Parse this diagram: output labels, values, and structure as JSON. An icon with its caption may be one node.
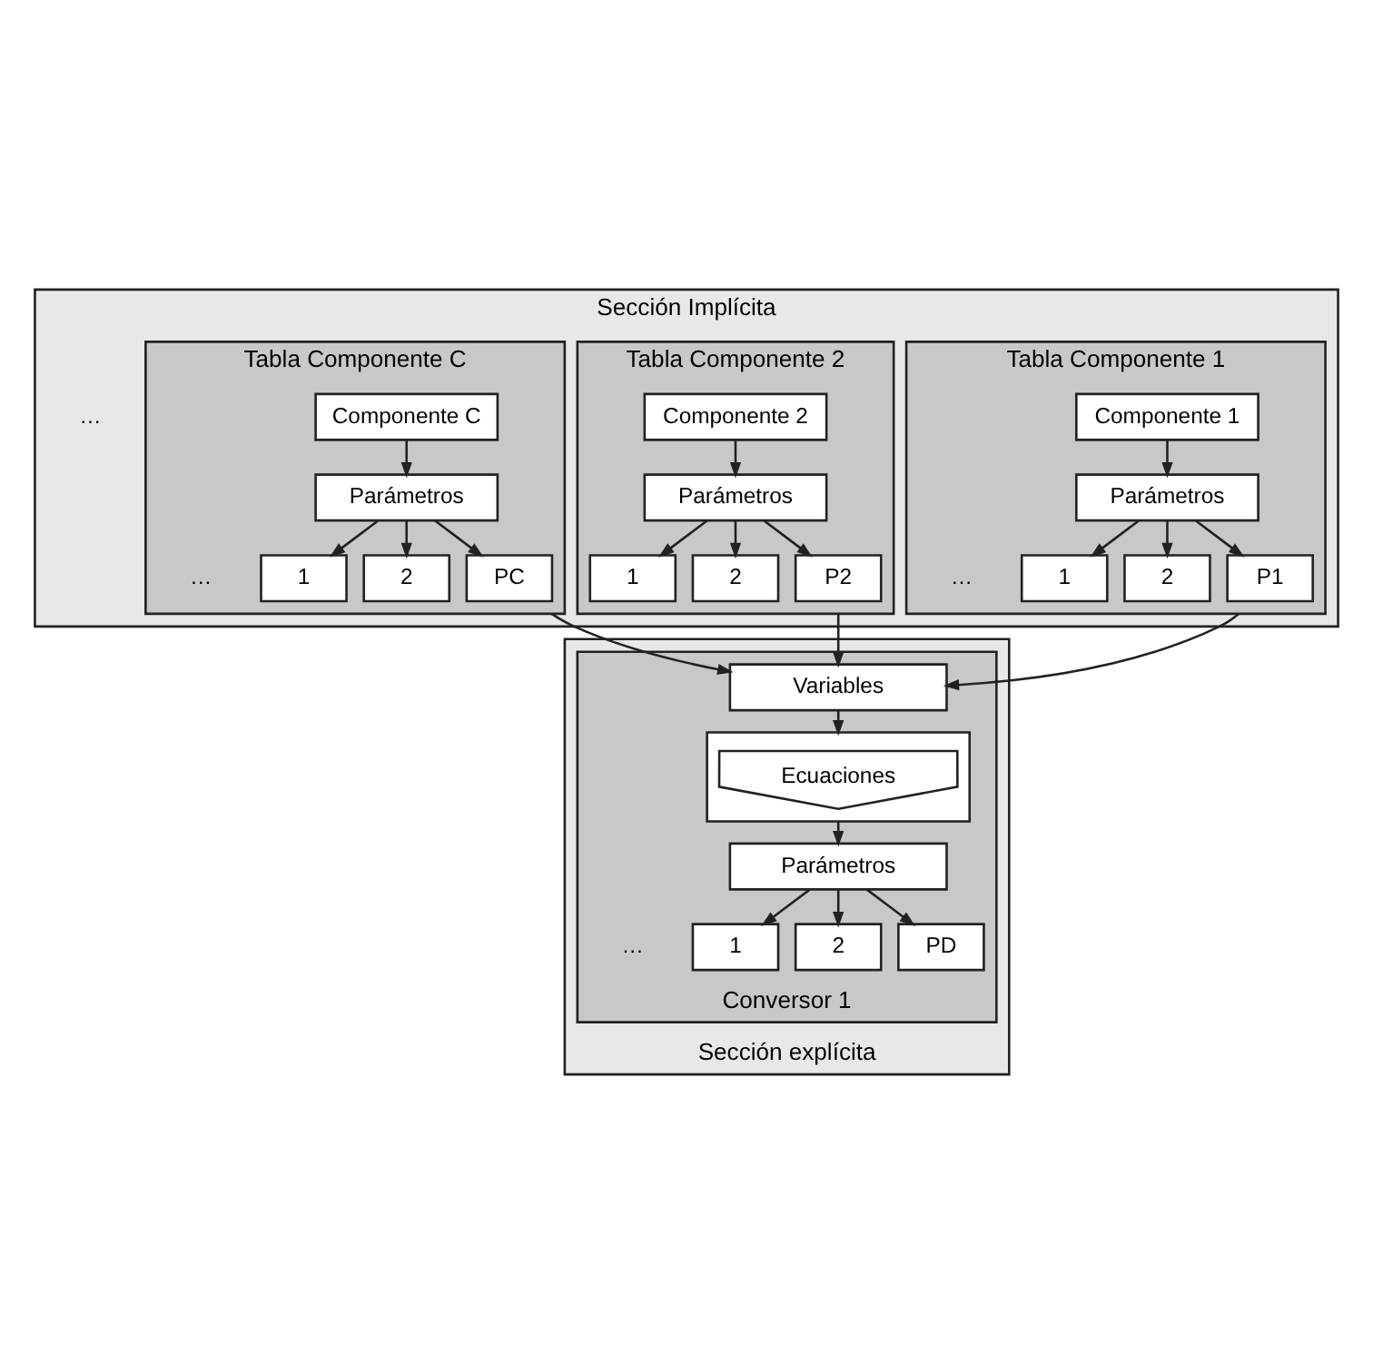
{
  "diagram": {
    "nodes": [
      {
        "text": [
          "Sección Implícita"
        ]
      },
      {
        "text": [
          "Tabla Componente 1"
        ],
        "in": 0
      },
      {
        "text": [
          "Componente 1"
        ],
        "in": 1
      },
      {
        "text": [
          "Parámetros"
        ],
        "in": 1
      },
      {
        "text": [
          "1"
        ],
        "in": 1
      },
      {
        "text": [
          "2"
        ],
        "in": 1
      },
      {
        "text": [
          "P1"
        ],
        "in": 1
      },
      {
        "text": [
          "Tabla Componente 2"
        ],
        "in": 0
      },
      {
        "text": [
          "Componente 2"
        ],
        "in": 7
      },
      {
        "text": [
          "Parámetros"
        ],
        "in": 7
      },
      {
        "text": [
          "1"
        ],
        "in": 7
      },
      {
        "text": [
          "2"
        ],
        "in": 7
      },
      {
        "text": [
          "P2"
        ],
        "in": 7
      },
      {
        "text": [
          "Tabla Componente C"
        ],
        "in": 0
      },
      {
        "text": [
          "Componente C"
        ],
        "in": 13
      },
      {
        "text": [
          "Parámetros"
        ],
        "in": 13
      },
      {
        "text": [
          "1"
        ],
        "in": 13
      },
      {
        "text": [
          "2"
        ],
        "in": 13
      },
      {
        "text": [
          "PC"
        ],
        "in": 13
      },
      {
        "text": [
          "Sección explícita"
        ]
      },
      {
        "text": [
          "Conversor 1"
        ],
        "in": 19
      },
      {
        "text": [
          "Variables"
        ],
        "in": 20
      },
      {
        "text": [],
        "shape": "box",
        "in": 20
      },
      {
        "text": [
          "Ecuaciones"
        ],
        "in": 22
      },
      {
        "text": [
          "Parámetros"
        ],
        "in": 20
      },
      {
        "text": [
          "1"
        ],
        "in": 20
      },
      {
        "text": [
          "2"
        ],
        "in": 20
      },
      {
        "text": [
          "PD"
        ],
        "in": 20
      }
    ],
    "edges": [
      {
        "from": 2,
        "to": 3,
        "arrow": "to"
      },
      {
        "from": 3,
        "to": 4,
        "arrow": "to"
      },
      {
        "from": 3,
        "to": 5,
        "arrow": "to"
      },
      {
        "from": 3,
        "to": 6,
        "arrow": "to"
      },
      {
        "from": 8,
        "to": 9,
        "arrow": "to"
      },
      {
        "from": 9,
        "to": 10,
        "arrow": "to"
      },
      {
        "from": 9,
        "to": 11,
        "arrow": "to"
      },
      {
        "from": 9,
        "to": 12,
        "arrow": "to"
      },
      {
        "from": 14,
        "to": 15,
        "arrow": "to"
      },
      {
        "from": 15,
        "to": 16,
        "arrow": "to"
      },
      {
        "from": 15,
        "to": 17,
        "arrow": "to"
      },
      {
        "from": 15,
        "to": 18,
        "arrow": "to"
      },
      {
        "from": 1,
        "to": 21,
        "arrow": "to"
      },
      {
        "from": 7,
        "to": 21,
        "arrow": "to"
      },
      {
        "from": 13,
        "to": 21,
        "arrow": "to"
      },
      {
        "from": 21,
        "to": 22,
        "arrow": "to"
      },
      {
        "from": 22,
        "to": 24,
        "arrow": "to"
      },
      {
        "from": 24,
        "to": 25,
        "arrow": "to"
      },
      {
        "from": 24,
        "to": 26,
        "arrow": "to"
      },
      {
        "from": 24,
        "to": 27,
        "arrow": "to"
      }
    ],
    "labels": [
      "…",
      "…",
      "…",
      "…"
    ]
  }
}
